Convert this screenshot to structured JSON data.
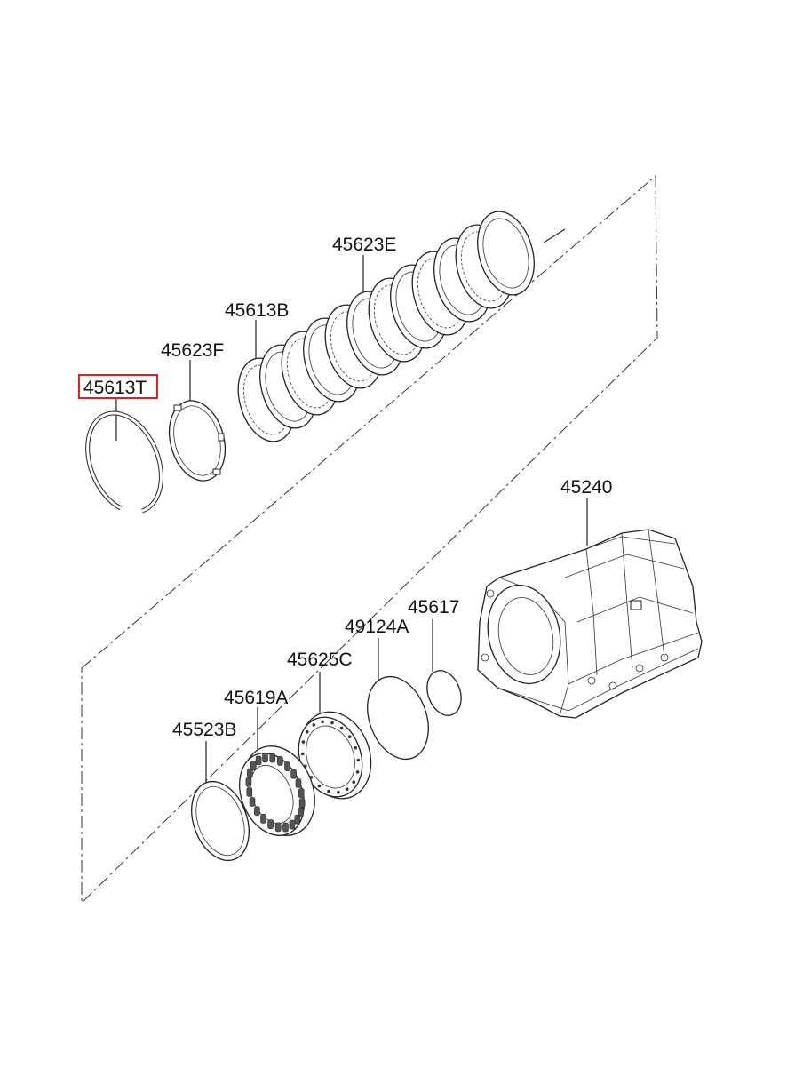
{
  "callouts": [
    {
      "id": "45613T",
      "highlighted": true
    },
    {
      "id": "45623F"
    },
    {
      "id": "45613B"
    },
    {
      "id": "45623E"
    },
    {
      "id": "45240"
    },
    {
      "id": "45617"
    },
    {
      "id": "49124A"
    },
    {
      "id": "45625C"
    },
    {
      "id": "45619A"
    },
    {
      "id": "45523B"
    }
  ],
  "highlight_color": "#e02020"
}
